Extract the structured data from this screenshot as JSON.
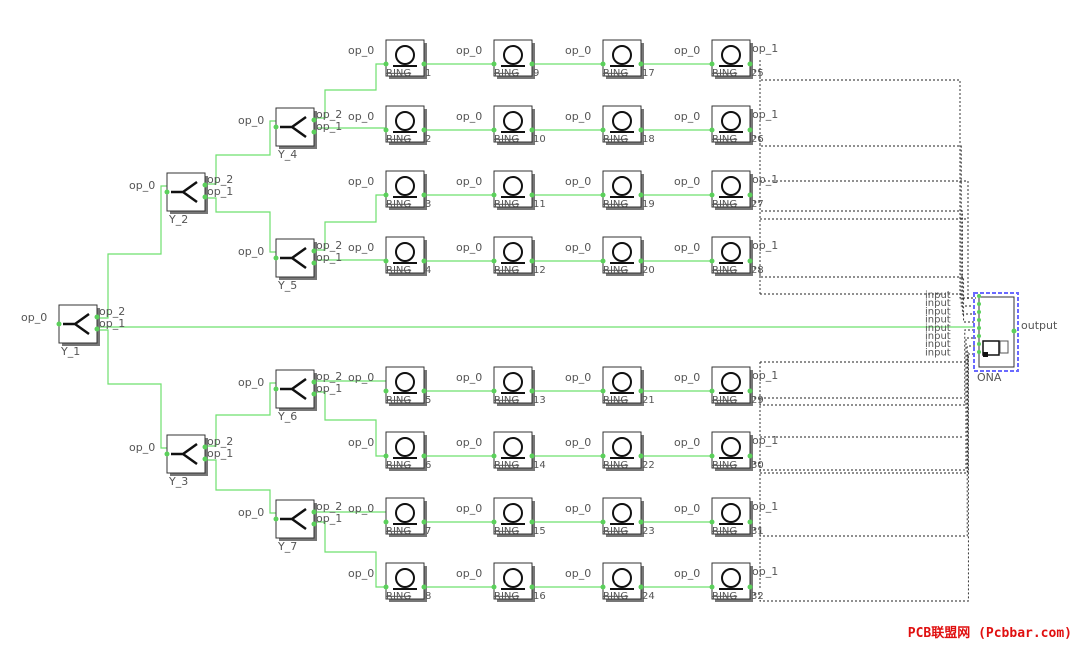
{
  "splitters": [
    {
      "id": "Y_1",
      "in": "op_0",
      "out_top": "op_2",
      "out_bottom": "op_1"
    },
    {
      "id": "Y_2",
      "in": "op_0",
      "out_top": "op_2",
      "out_bottom": "op_1"
    },
    {
      "id": "Y_3",
      "in": "op_0",
      "out_top": "op_2",
      "out_bottom": "op_1"
    },
    {
      "id": "Y_4",
      "in": "op_0",
      "out_top": "op_2",
      "out_bottom": "op_1"
    },
    {
      "id": "Y_5",
      "in": "op_0",
      "out_top": "op_2",
      "out_bottom": "op_1"
    },
    {
      "id": "Y_6",
      "in": "op_0",
      "out_top": "op_2",
      "out_bottom": "op_1"
    },
    {
      "id": "Y_7",
      "in": "op_0",
      "out_top": "op_2",
      "out_bottom": "op_1"
    }
  ],
  "ring_rows": [
    [
      1,
      9,
      17,
      25
    ],
    [
      2,
      10,
      18,
      26
    ],
    [
      3,
      11,
      19,
      27
    ],
    [
      4,
      12,
      20,
      28
    ],
    [
      5,
      13,
      21,
      29
    ],
    [
      6,
      14,
      22,
      30
    ],
    [
      7,
      15,
      23,
      31
    ],
    [
      8,
      16,
      24,
      32
    ]
  ],
  "ring_label": "RING",
  "ring_port_in": "op_0",
  "ring_port_out": "op_1",
  "ona": {
    "label": "ONA",
    "input_label": "input",
    "output_label": "output",
    "input_count": 8
  },
  "watermark": "PCB联盟网 (Pcbbar.com)",
  "colors": {
    "wire": "#6ee06e",
    "port": "#5bd05b",
    "watermark": "#e01010",
    "ona_border": "#6a6aff"
  }
}
